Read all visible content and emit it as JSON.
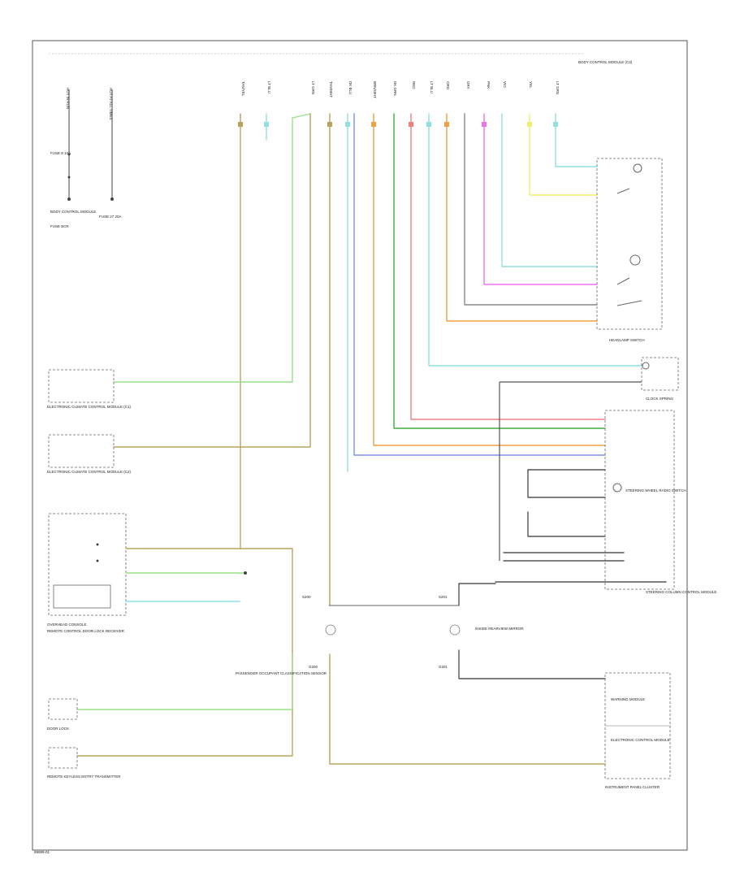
{
  "figure_id": "99999-01",
  "colors": {
    "frame": "#555555",
    "tan": "#b9a35a",
    "light_green": "#9be08a",
    "light_blue": "#8fe0e0",
    "blue": "#7d8ff0",
    "dark_green": "#3fae3f",
    "red": "#f08080",
    "orange": "#f0a040",
    "pink": "#f070f0",
    "yellow": "#f0f070",
    "gray": "#8a8a8a",
    "dark_gray": "#444444",
    "black": "#222222"
  },
  "labels": {
    "top_left_a": "HOT IN RUN",
    "top_left_b": "HOT AT ALL TIMES",
    "fuse_left": "FUSE 8 10A",
    "fuse_right": "FUSE 27 20A",
    "fuse_box_a": "BODY CONTROL MODULE",
    "fuse_box_b": "FUSE BOX",
    "right_top_note": "BODY CONTROL MODULE (C3)",
    "headlamp_switch": "HEADLAMP SWITCH",
    "clock_spring": "CLOCK SPRING",
    "ecm_top": "ELECTRONIC CLIMATE CONTROL MODULE (C1)",
    "ecm_bottom": "ELECTRONIC CLIMATE CONTROL MODULE (C2)",
    "passenger_sensor": "PASSENGER OCCUPANT CLASSIFICATION SENSOR",
    "left_console": "OVERHEAD CONSOLE",
    "left_console_b": "REMOTE CONTROL DOOR LOCK RECEIVER",
    "mirror_label": "INSIDE REARVIEW MIRROR",
    "steering_label": "STEERING COLUMN CONTROL MODULE",
    "ground_a": "G200",
    "ground_b": "G201",
    "bottom_left_a": "DOOR LOCK",
    "bottom_left_b": "REMOTE KEYLESS ENTRY TRANSMITTER",
    "bottom_right": "INSTRUMENT PANEL CLUSTER",
    "bottom_right_module_a": "WARNING MODULE",
    "bottom_right_module_b": "ELECTRONIC CONTROL MODULE",
    "splice_a": "S200",
    "splice_b": "S201",
    "connector_mid": "STEERING WHEEL RADIO SWITCH"
  }
}
